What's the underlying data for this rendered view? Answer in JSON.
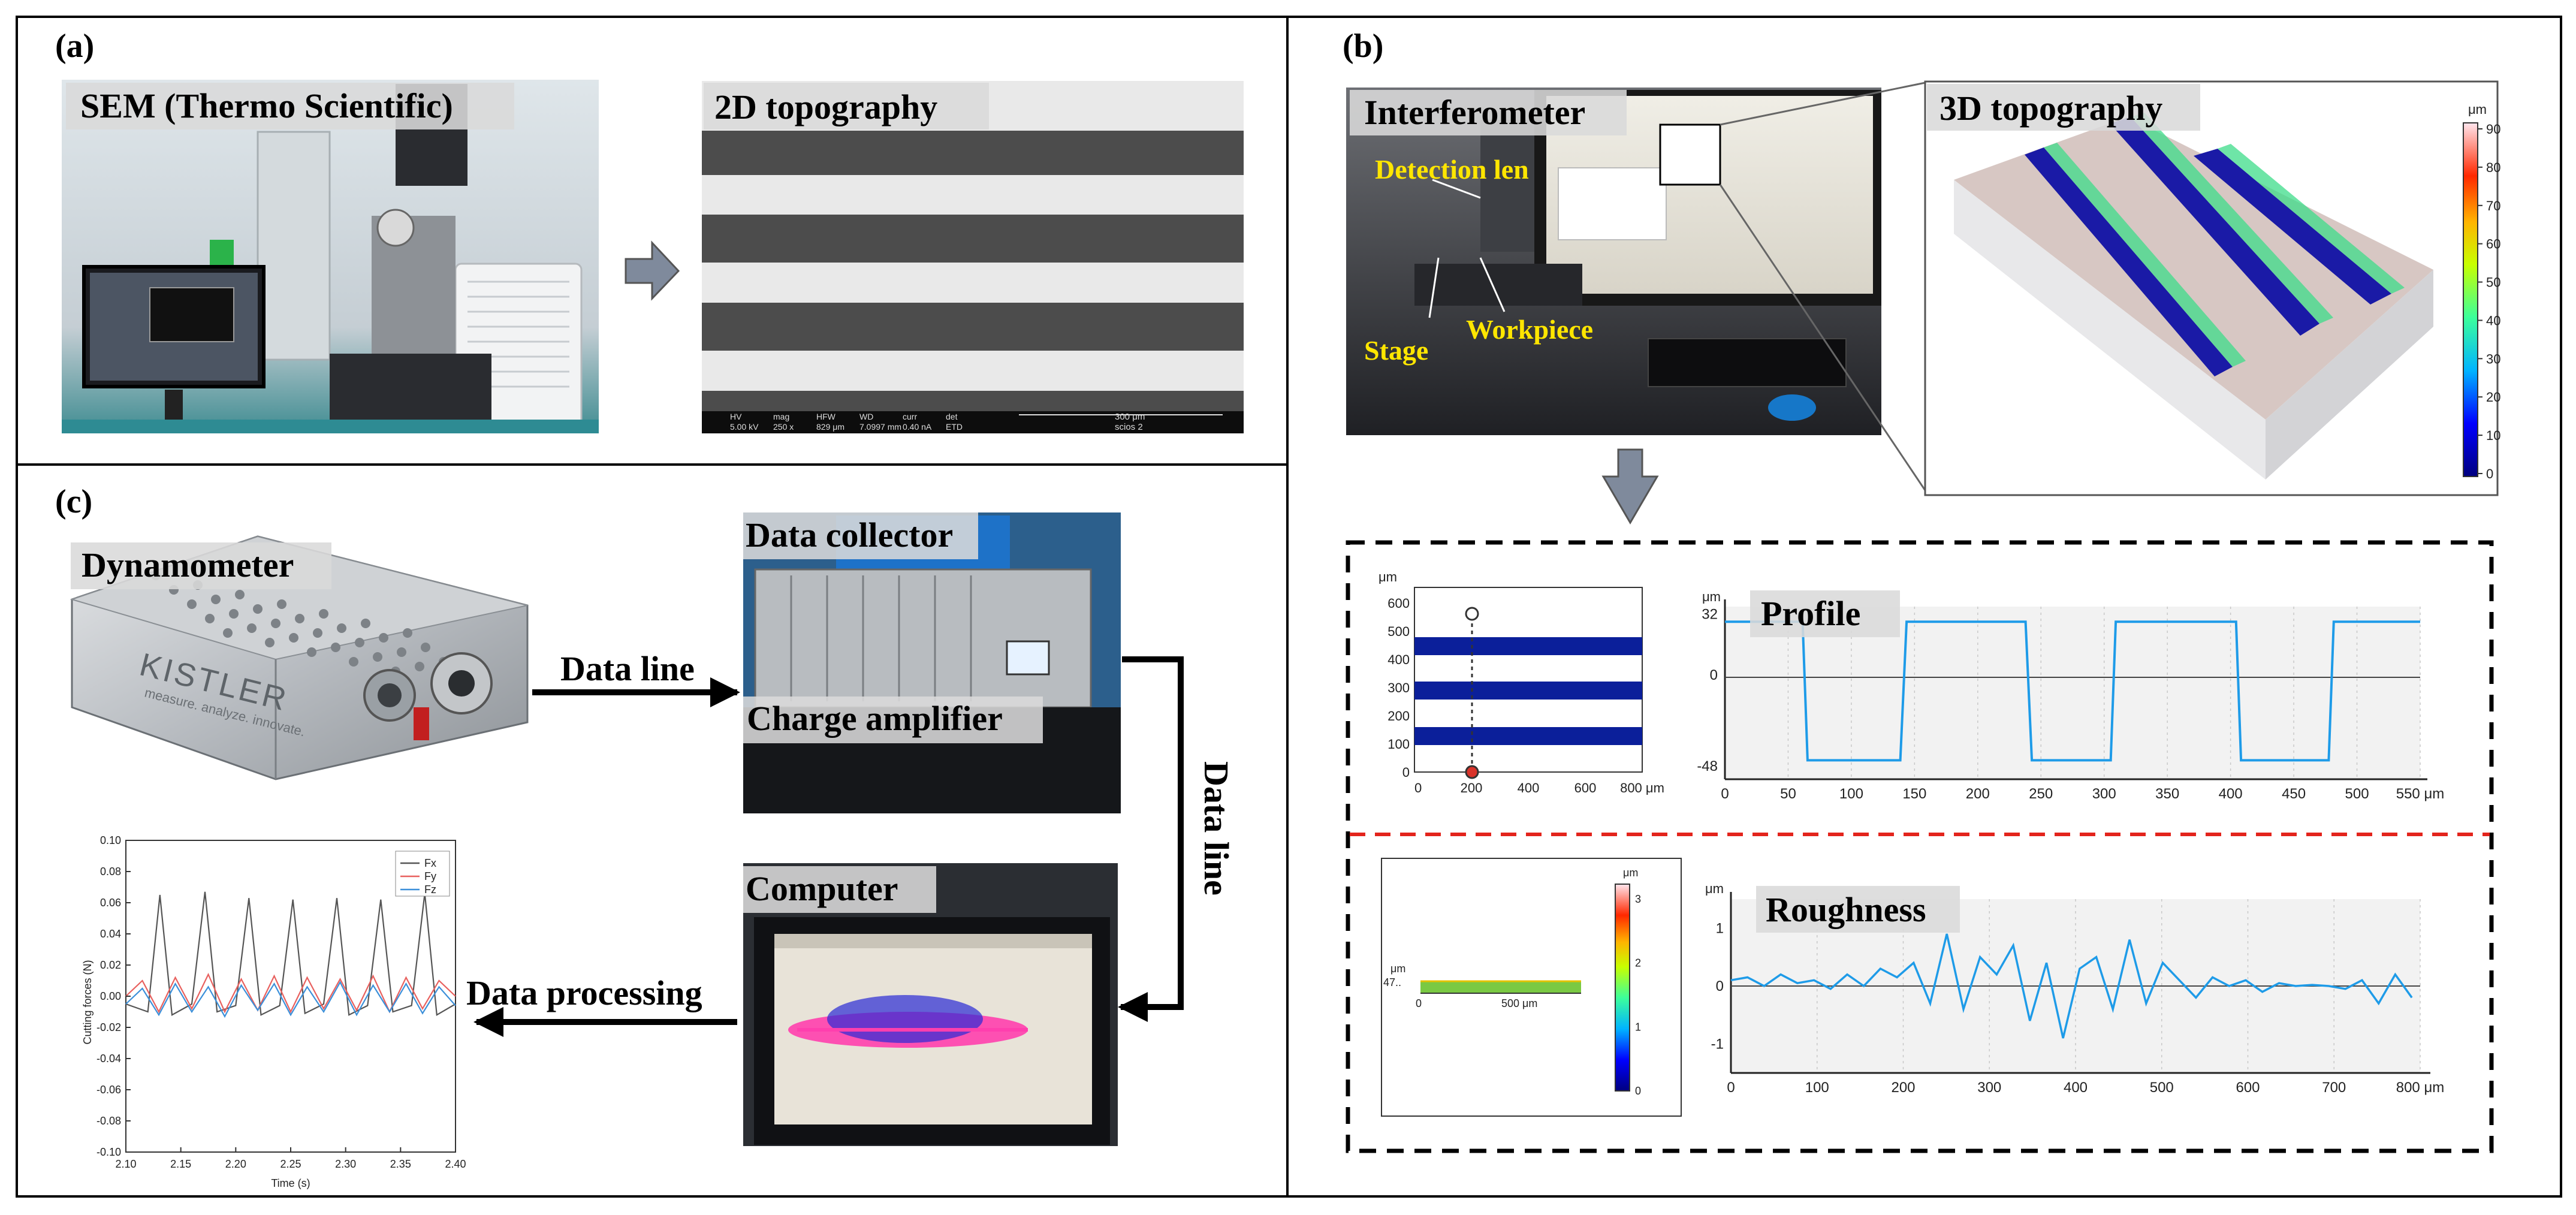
{
  "panels": {
    "a": {
      "letter": "(a)",
      "sem_label": "SEM (Thermo Scientific)",
      "topo_label": "2D topography",
      "sem_info": [
        {
          "k": "HV",
          "v": "5.00 kV"
        },
        {
          "k": "mag",
          "v": "250 x"
        },
        {
          "k": "HFW",
          "v": "829 μm"
        },
        {
          "k": "WD",
          "v": "7.0997 mm"
        },
        {
          "k": "curr",
          "v": "0.40 nA"
        },
        {
          "k": "det",
          "v": "ETD"
        }
      ],
      "scale_bar": "300 μm",
      "scope_name": "scios 2"
    },
    "b": {
      "letter": "(b)",
      "interferometer_label": "Interferometer",
      "topo3d_label": "3D topography",
      "detection_label": "Detection len",
      "stage_label": "Stage",
      "workpiece_label": "Workpiece",
      "colorbar_unit": "μm",
      "colorbar_ticks": [
        "90",
        "80",
        "70",
        "60",
        "50",
        "40",
        "30",
        "20",
        "10",
        "0"
      ],
      "profile_label": "Profile",
      "roughness_label": "Roughness",
      "map_unit": "μm",
      "map_yticks": [
        "600",
        "500",
        "400",
        "300",
        "200",
        "100",
        "0"
      ],
      "map_xticks": [
        "0",
        "200",
        "400",
        "600",
        "800 μm"
      ],
      "small_map_unit": "μm",
      "small_map_y": "47..",
      "small_map_xticks": [
        "0",
        "500 μm"
      ],
      "small_colorbar_unit": "μm",
      "small_colorbar_ticks": [
        "3",
        "2",
        "1",
        "0"
      ]
    },
    "c": {
      "letter": "(c)",
      "dynamometer_label": "Dynamometer",
      "brand": "KISTLER",
      "slogan": "measure. analyze. innovate.",
      "data_collector_label": "Data collector",
      "charge_amplifier_label": "Charge amplifier",
      "data_line_label": "Data line",
      "data_line_vertical_label": "Data line",
      "computer_label": "Computer",
      "data_processing_label": "Data processing"
    }
  },
  "chart_data": [
    {
      "type": "line",
      "title": "",
      "xlabel": "",
      "ylabel": "",
      "unit": "μm",
      "xticks": [
        "0",
        "50",
        "100",
        "150",
        "200",
        "250",
        "300",
        "350",
        "400",
        "450",
        "500",
        "550 μm"
      ],
      "yticks": [
        "32",
        "0",
        "-48"
      ],
      "xlim": [
        0,
        555
      ],
      "ylim": [
        -55,
        36
      ],
      "series": [
        {
          "x": [
            0,
            62,
            66,
            140,
            145,
            240,
            245,
            308,
            312,
            408,
            412,
            482,
            486,
            555
          ],
          "y": [
            28,
            28,
            -45,
            -45,
            28,
            28,
            -45,
            -45,
            28,
            28,
            -45,
            -45,
            28,
            28
          ]
        }
      ]
    },
    {
      "type": "line",
      "title": "",
      "xlabel": "",
      "ylabel": "",
      "unit": "μm",
      "xticks": [
        "0",
        "100",
        "200",
        "300",
        "400",
        "500",
        "600",
        "700",
        "800 μm"
      ],
      "yticks": [
        "1",
        "0",
        "-1"
      ],
      "xlim": [
        0,
        830
      ],
      "ylim": [
        -1.5,
        1.5
      ],
      "series": [
        {
          "x": [
            0,
            20,
            40,
            60,
            80,
            100,
            120,
            140,
            160,
            180,
            200,
            220,
            240,
            260,
            280,
            300,
            320,
            340,
            360,
            380,
            400,
            420,
            440,
            460,
            480,
            500,
            520,
            540,
            560,
            580,
            600,
            620,
            640,
            660,
            680,
            700,
            720,
            740,
            760,
            780,
            800,
            820
          ],
          "y": [
            0.1,
            0.15,
            0,
            0.2,
            0.05,
            0.1,
            -0.05,
            0.2,
            0,
            0.3,
            0.15,
            0.4,
            -0.3,
            0.9,
            -0.4,
            0.5,
            0.2,
            0.7,
            -0.6,
            0.4,
            -0.9,
            0.3,
            0.5,
            -0.4,
            0.8,
            -0.3,
            0.4,
            0.1,
            -0.2,
            0.15,
            0,
            0.1,
            -0.1,
            0.05,
            0,
            0.02,
            0,
            -0.05,
            0.1,
            -0.3,
            0.2,
            -0.2
          ]
        }
      ]
    },
    {
      "type": "line",
      "title": "",
      "xlabel": "Time (s)",
      "ylabel": "Cutting forces (N)",
      "xticks": [
        "2.10",
        "2.15",
        "2.20",
        "2.25",
        "2.30",
        "2.35",
        "2.40"
      ],
      "yticks": [
        "0.10",
        "0.08",
        "0.06",
        "0.04",
        "0.02",
        "0.00",
        "-0.02",
        "-0.04",
        "-0.06",
        "-0.08",
        "-0.10"
      ],
      "xlim": [
        2.1,
        2.4
      ],
      "ylim": [
        -0.1,
        0.1
      ],
      "legend_placement": "top-right",
      "series": [
        {
          "name": "Fx",
          "color": "#555555",
          "x": [
            2.1,
            2.12,
            2.131,
            2.142,
            2.16,
            2.172,
            2.183,
            2.2,
            2.212,
            2.223,
            2.24,
            2.252,
            2.263,
            2.28,
            2.292,
            2.303,
            2.32,
            2.332,
            2.343,
            2.36,
            2.372,
            2.383,
            2.4
          ],
          "y": [
            -0.005,
            -0.01,
            0.065,
            -0.012,
            -0.005,
            0.067,
            -0.01,
            -0.006,
            0.063,
            -0.012,
            -0.006,
            0.062,
            -0.011,
            -0.005,
            0.063,
            -0.012,
            -0.006,
            0.062,
            -0.01,
            -0.006,
            0.066,
            -0.012,
            -0.005
          ]
        },
        {
          "name": "Fy",
          "color": "#e8605e",
          "x": [
            2.1,
            2.115,
            2.13,
            2.145,
            2.16,
            2.175,
            2.19,
            2.205,
            2.22,
            2.235,
            2.25,
            2.265,
            2.28,
            2.295,
            2.31,
            2.325,
            2.34,
            2.355,
            2.37,
            2.385,
            2.4
          ],
          "y": [
            0.0,
            0.01,
            -0.01,
            0.012,
            -0.008,
            0.014,
            -0.01,
            0.011,
            -0.009,
            0.013,
            -0.01,
            0.012,
            -0.008,
            0.011,
            -0.009,
            0.013,
            -0.01,
            0.012,
            -0.008,
            0.01,
            0.0
          ]
        },
        {
          "name": "Fz",
          "color": "#3b8fd9",
          "x": [
            2.1,
            2.115,
            2.13,
            2.145,
            2.16,
            2.175,
            2.19,
            2.205,
            2.22,
            2.235,
            2.25,
            2.265,
            2.28,
            2.295,
            2.31,
            2.325,
            2.34,
            2.355,
            2.37,
            2.385,
            2.4
          ],
          "y": [
            -0.005,
            0.005,
            -0.012,
            0.008,
            -0.01,
            0.006,
            -0.013,
            0.007,
            -0.009,
            0.008,
            -0.012,
            0.006,
            -0.01,
            0.009,
            -0.012,
            0.007,
            -0.01,
            0.008,
            -0.011,
            0.006,
            -0.006
          ]
        }
      ]
    }
  ]
}
